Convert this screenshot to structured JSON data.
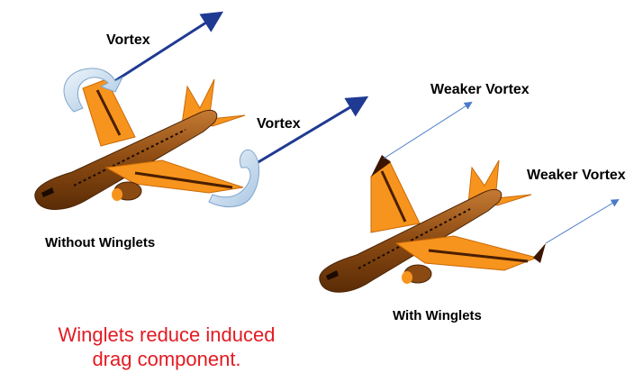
{
  "labels": {
    "vortex_left_wing": "Vortex",
    "vortex_right_wing": "Vortex",
    "weaker_vortex_left": "Weaker Vortex",
    "weaker_vortex_right": "Weaker Vortex",
    "caption_without": "Without Winglets",
    "caption_with": "With Winglets"
  },
  "takeaway": {
    "line1": "Winglets  reduce induced",
    "line2": "drag  component."
  },
  "colors": {
    "airplane_body": "#8b4a12",
    "airplane_wing": "#f7941d",
    "strong_vortex_arrow": "#1f3a93",
    "weak_vortex_arrow": "#4a7bc8",
    "swirl_fill": "#cfe0f0",
    "takeaway_text": "#e31b23"
  }
}
